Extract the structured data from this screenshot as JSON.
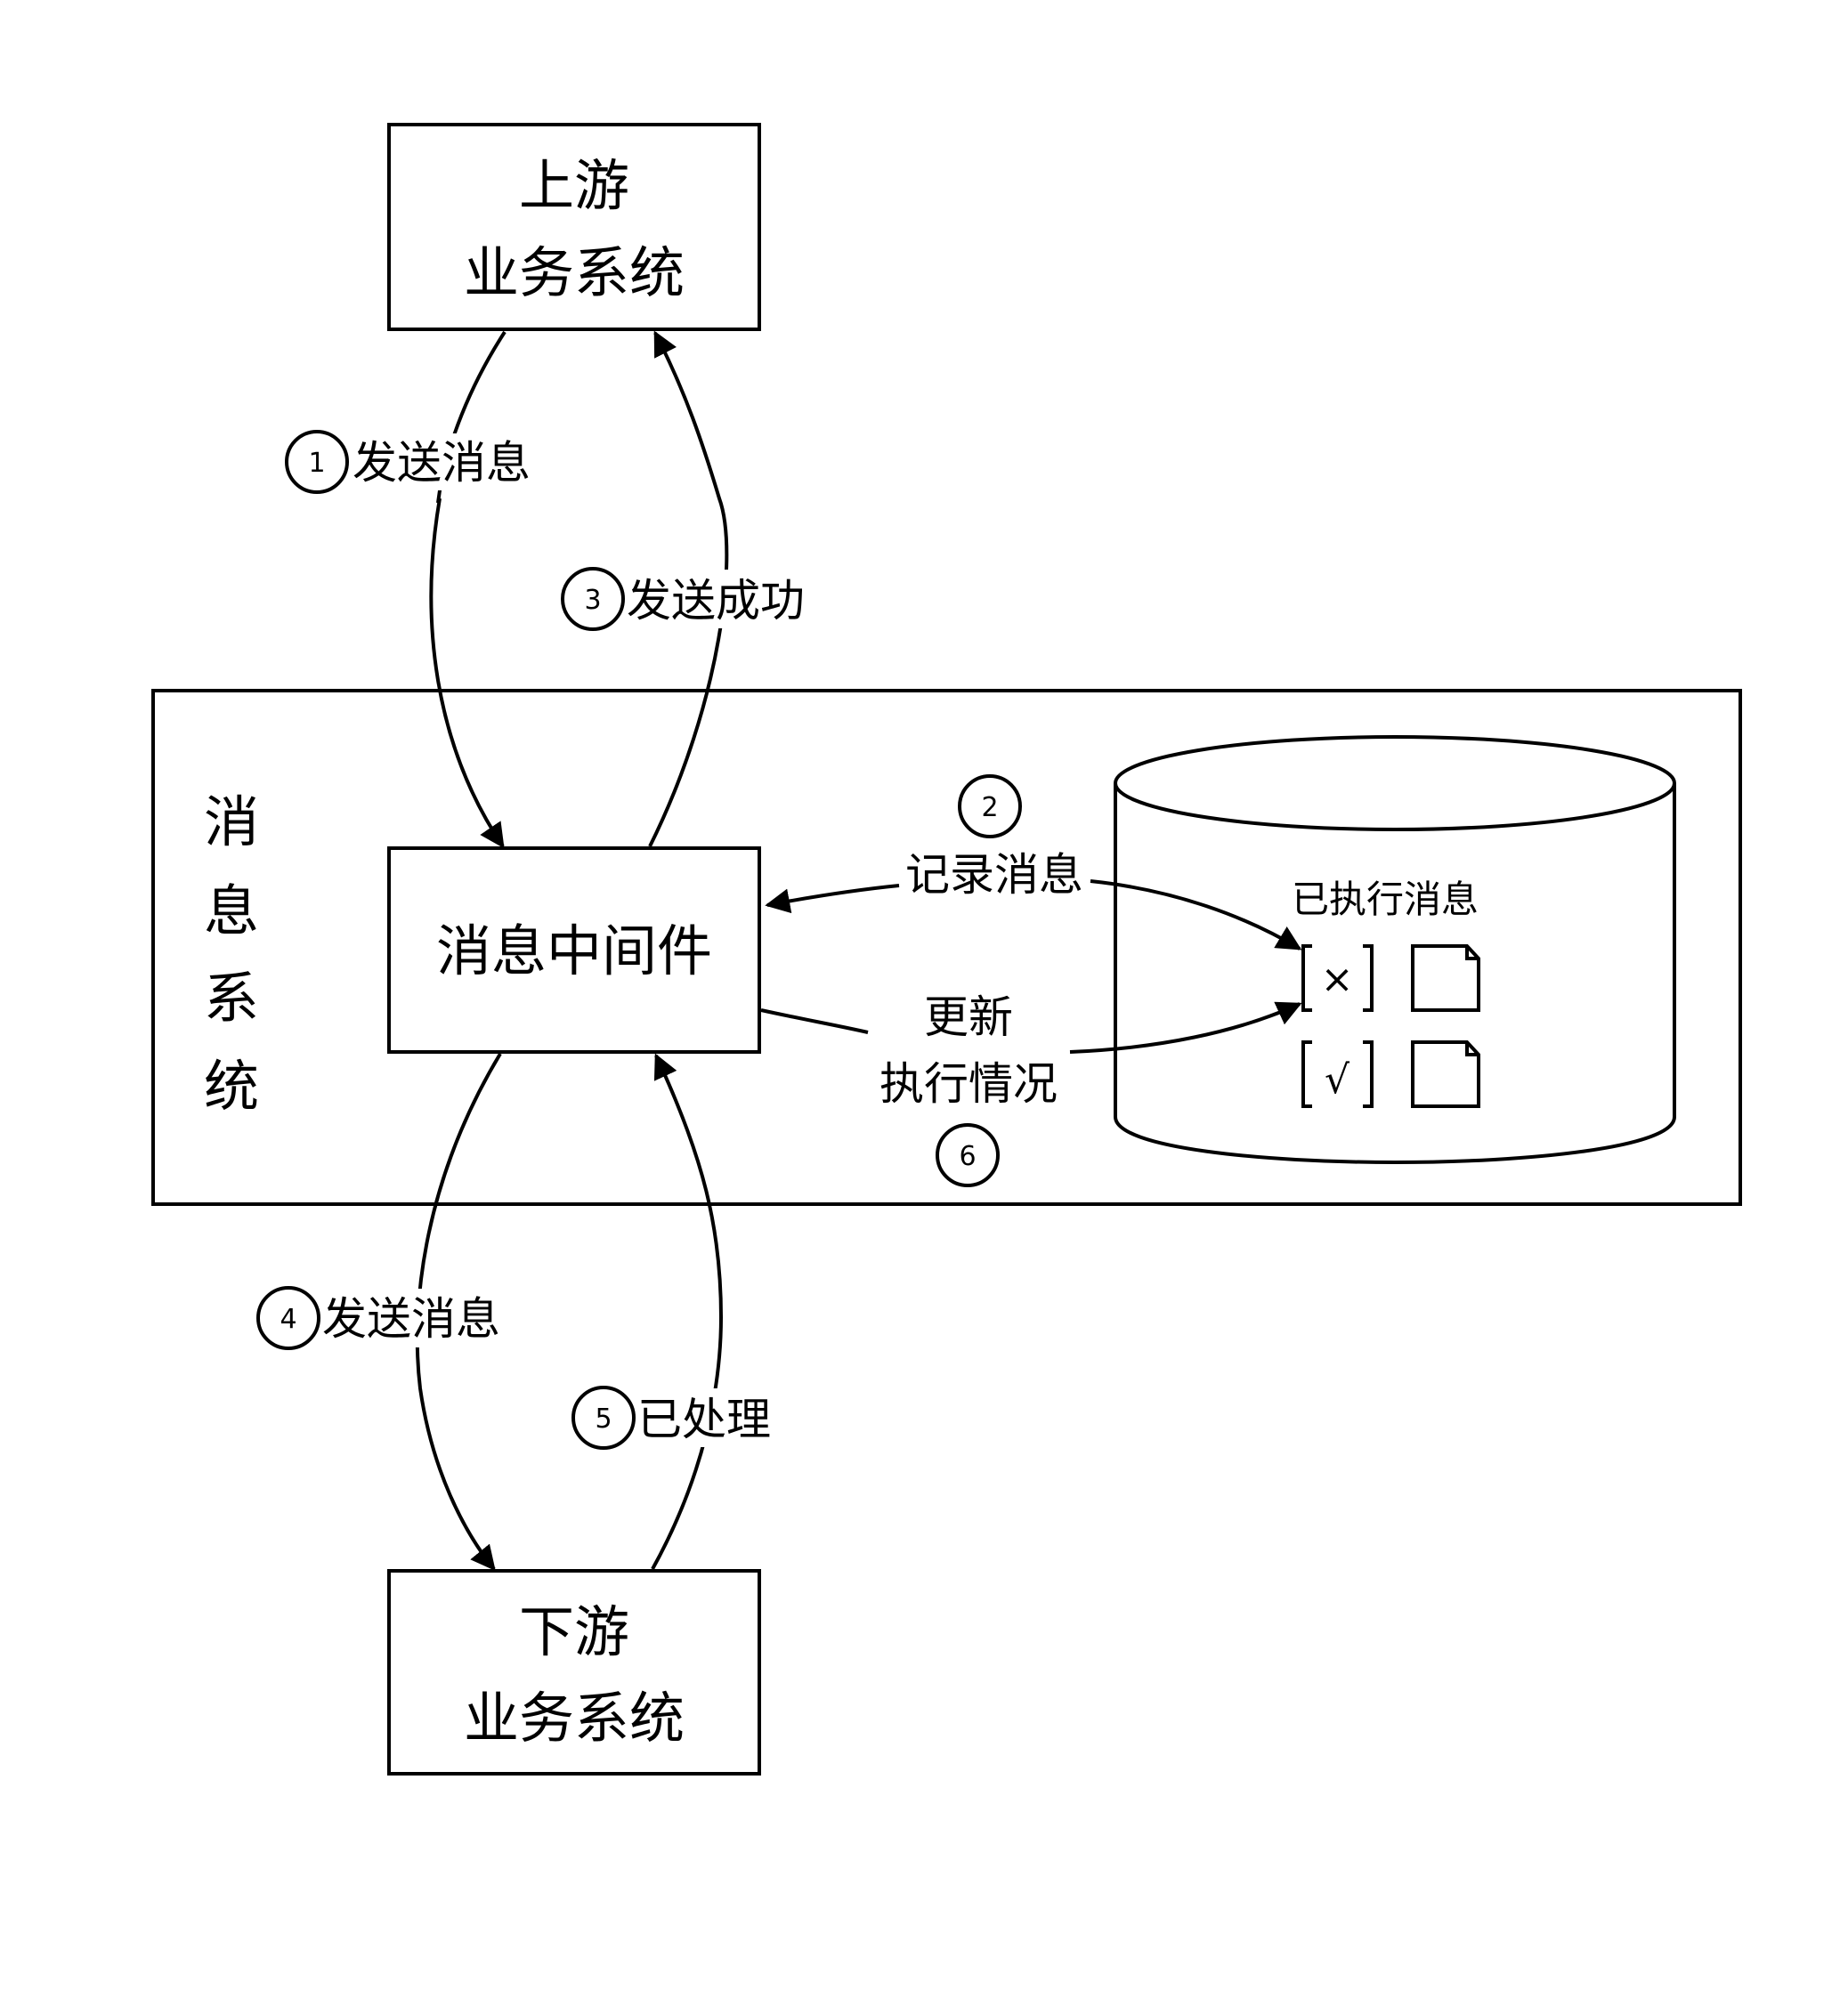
{
  "diagram": {
    "colors": {
      "stroke": "#000000",
      "background": "#ffffff",
      "text": "#000000"
    },
    "nodes": {
      "upstream": {
        "lines": [
          "上游",
          "业务系统"
        ]
      },
      "message_system": {
        "label_chars": [
          "消",
          "息",
          "系",
          "统"
        ]
      },
      "middleware": {
        "label": "消息中间件"
      },
      "database": {
        "title": "已执行消息",
        "records": [
          {
            "status_mark": "×",
            "status": "pending",
            "icon": "document-icon"
          },
          {
            "status_mark": "√",
            "status": "done",
            "icon": "document-icon"
          }
        ]
      },
      "downstream": {
        "lines": [
          "下游",
          "业务系统"
        ]
      }
    },
    "edges": [
      {
        "step": "1",
        "label": "发送消息",
        "from": "upstream",
        "to": "middleware"
      },
      {
        "step": "2",
        "label": "记录消息",
        "from": "database-record",
        "to": "middleware",
        "bidirectional": true
      },
      {
        "step": "3",
        "label": "发送成功",
        "from": "middleware",
        "to": "upstream"
      },
      {
        "step": "4",
        "label": "发送消息",
        "from": "middleware",
        "to": "downstream"
      },
      {
        "step": "5",
        "label": "已处理",
        "from": "downstream",
        "to": "middleware"
      },
      {
        "step": "6",
        "label_lines": [
          "更新",
          "执行情况"
        ],
        "from": "middleware",
        "to": "database-record"
      }
    ]
  }
}
